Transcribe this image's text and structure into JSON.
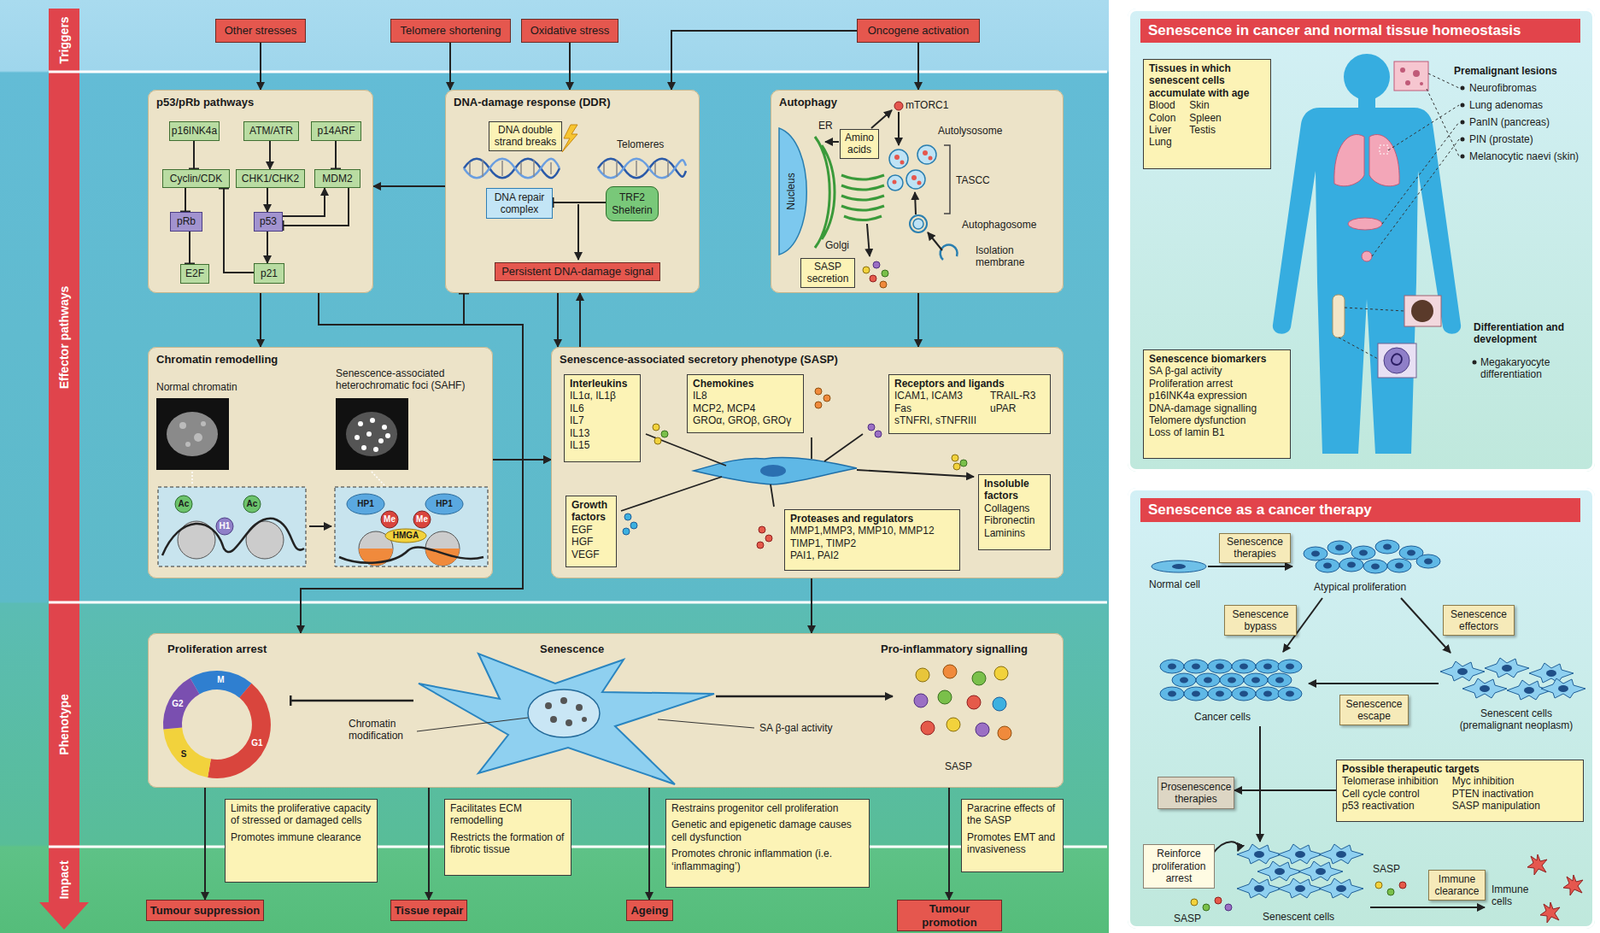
{
  "diagram": {
    "nodes": [
      {
        "text": [
          "Other stresses"
        ]
      },
      {
        "text": [
          "Telomere shortening"
        ]
      },
      {
        "text": [
          "Oxidative stress"
        ]
      },
      {
        "text": [
          "Oncogene activation"
        ]
      },
      {
        "text": [
          "p53/pRb pathways"
        ]
      },
      {
        "text": [
          "p16INK4a"
        ],
        "in": 4
      },
      {
        "text": [
          "ATM/ATR"
        ],
        "in": 4
      },
      {
        "text": [
          "p14ARF"
        ],
        "in": 4
      },
      {
        "text": [
          "Cyclin/CDK"
        ],
        "in": 4
      },
      {
        "text": [
          "CHK1/CHK2"
        ],
        "in": 4
      },
      {
        "text": [
          "MDM2"
        ],
        "in": 4
      },
      {
        "text": [
          "pRb"
        ],
        "in": 4
      },
      {
        "text": [
          "p53"
        ],
        "in": 4
      },
      {
        "text": [
          "E2F"
        ],
        "in": 4
      },
      {
        "text": [
          "p21"
        ],
        "in": 4
      },
      {
        "text": [
          "DNA-damage response (DDR)"
        ]
      },
      {
        "text": [
          "DNA double strand breaks"
        ],
        "in": 15
      },
      {
        "text": [
          "DNA repair complex"
        ],
        "in": 15
      },
      {
        "text": [
          "TRF2",
          "Shelterin"
        ],
        "in": 15
      },
      {
        "text": [
          "Persistent DNA-damage signal"
        ],
        "in": 15
      },
      {
        "text": [
          "Autophagy"
        ]
      },
      {
        "text": [
          "Amino acids"
        ],
        "in": 20
      },
      {
        "text": [
          "SASP secretion"
        ],
        "in": 20
      },
      {
        "text": [
          "Chromatin remodelling"
        ]
      },
      {
        "text": [
          "Senescence-associated secretory phenotype (SASP)"
        ]
      },
      {
        "text": [
          "Interleukins",
          "IL1α, IL1β",
          "IL6",
          "IL7",
          "IL13",
          "IL15"
        ],
        "in": 24
      },
      {
        "text": [
          "Chemokines",
          "IL8",
          "MCP2, MCP4",
          "GROα, GROβ, GROγ"
        ],
        "in": 24
      },
      {
        "text": [
          "Receptors and ligands",
          "ICAM1, ICAM3",
          "Fas",
          "sTNFRI, sTNFRIII",
          "TRAIL-R3",
          "uPAR"
        ],
        "in": 24
      },
      {
        "text": [
          "Growth factors",
          "EGF",
          "HGF",
          "VEGF"
        ],
        "in": 24
      },
      {
        "text": [
          "Proteases and regulators",
          "MMP1,MMP3, MMP10, MMP12",
          "TIMP1, TIMP2",
          "PAI1, PAI2"
        ],
        "in": 24
      },
      {
        "text": [
          "Insoluble factors",
          "Collagens",
          "Fibronectin",
          "Laminins"
        ],
        "in": 24
      },
      {
        "text": [
          "Proliferation arrest",
          "Senescence",
          "Pro-inflammatory signalling"
        ]
      },
      {
        "text": [
          "Limits the proliferative capacity of stressed or damaged cells",
          "Promotes immune clearance"
        ]
      },
      {
        "text": [
          "Facilitates ECM remodelling",
          "Restricts the formation of fibrotic tissue"
        ]
      },
      {
        "text": [
          "Restrains progenitor cell proliferation",
          "Genetic and epigenetic damage causes cell dysfunction",
          "Promotes chronic inflammation (i.e. ‘inflammaging’)"
        ]
      },
      {
        "text": [
          "Paracrine effects of the SASP",
          "Promotes EMT and invasiveness"
        ]
      },
      {
        "text": [
          "Tumour suppression"
        ]
      },
      {
        "text": [
          "Tissue repair"
        ]
      },
      {
        "text": [
          "Ageing"
        ]
      },
      {
        "text": [
          "Tumour promotion"
        ]
      },
      {
        "text": [
          "Senescence in cancer and normal tissue homeostasis"
        ]
      },
      {
        "text": [
          "Tissues in which senescent cells accumulate with age",
          "Blood",
          "Colon",
          "Liver",
          "Lung",
          "Skin",
          "Spleen",
          "Testis"
        ],
        "in": 40
      },
      {
        "text": [
          "Senescence biomarkers",
          "SA β-gal activity",
          "Proliferation arrest",
          "p16INK4a expression",
          "DNA-damage signalling",
          "Telomere dysfunction",
          "Loss of lamin B1"
        ],
        "in": 40
      },
      {
        "text": [
          "Senescence as a cancer therapy"
        ]
      },
      {
        "text": [
          "Senescence therapies"
        ],
        "in": 43
      },
      {
        "text": [
          "Senescence bypass"
        ],
        "in": 43
      },
      {
        "text": [
          "Senescence effectors"
        ],
        "in": 43
      },
      {
        "text": [
          "Senescence escape"
        ],
        "in": 43
      },
      {
        "text": [
          "Possible therapeutic targets",
          "Telomerase inhibition",
          "Cell cycle control",
          "p53 reactivation",
          "Myc inhibition",
          "PTEN inactivation",
          "SASP manipulation"
        ],
        "in": 43
      },
      {
        "text": [
          "Prosenescence therapies"
        ],
        "in": 43
      },
      {
        "text": [
          "Reinforce proliferation arrest"
        ],
        "in": 43
      },
      {
        "text": [
          "Immune clearance"
        ],
        "in": 43
      }
    ],
    "edges": [
      {
        "from": 0,
        "to": 4,
        "arrow": "to"
      },
      {
        "from": 1,
        "to": 15,
        "arrow": "to"
      },
      {
        "from": 2,
        "to": 15,
        "arrow": "to"
      },
      {
        "from": 3,
        "to": 15,
        "arrow": "to"
      },
      {
        "from": 3,
        "to": 20,
        "arrow": "to"
      },
      {
        "from": 15,
        "to": 4,
        "arrow": "to"
      },
      {
        "from": 5,
        "to": 8,
        "arrow": "to"
      },
      {
        "from": 6,
        "to": 9,
        "arrow": "to"
      },
      {
        "from": 7,
        "to": 10,
        "arrow": "to"
      },
      {
        "from": 8,
        "to": 11,
        "arrow": "to"
      },
      {
        "from": 9,
        "to": 12,
        "arrow": "to"
      },
      {
        "from": 11,
        "to": 13,
        "arrow": "to"
      },
      {
        "from": 12,
        "to": 14,
        "arrow": "to"
      },
      {
        "from": 12,
        "to": 10,
        "arrow": "to"
      },
      {
        "from": 10,
        "to": 12,
        "arrow": "to"
      },
      {
        "from": 14,
        "to": 8,
        "arrow": "to"
      },
      {
        "from": 18,
        "to": 17,
        "arrow": "to"
      },
      {
        "from": 4,
        "to": 23,
        "arrow": "to"
      },
      {
        "from": 15,
        "to": 24,
        "arrow": "to"
      },
      {
        "from": 24,
        "to": 15,
        "arrow": "to"
      },
      {
        "from": 20,
        "to": 24,
        "arrow": "to"
      },
      {
        "from": 23,
        "to": 24,
        "arrow": "to"
      },
      {
        "from": 4,
        "to": 24,
        "arrow": "to"
      },
      {
        "from": 4,
        "to": 15,
        "arrow": "to"
      },
      {
        "from": 4,
        "to": 31,
        "arrow": "to"
      },
      {
        "from": 24,
        "to": 31,
        "arrow": "to"
      },
      {
        "from": 31,
        "to": 36,
        "arrow": "to"
      },
      {
        "from": 31,
        "to": 37,
        "arrow": "to"
      },
      {
        "from": 31,
        "to": 38,
        "arrow": "to"
      },
      {
        "from": 31,
        "to": 39,
        "arrow": "to"
      },
      {
        "from": 48,
        "to": 49,
        "arrow": "to"
      }
    ],
    "labels": [
      "Triggers",
      "Effector pathways",
      "Phenotype",
      "Impact",
      "Telomeres",
      "mTORC1",
      "ER",
      "Nucleus",
      "Golgi",
      "Autolysosome",
      "TASCC",
      "Autophagosome",
      "Isolation membrane",
      "Normal chromatin",
      "Senescence-associated heterochromatic foci (SAHF)",
      "Ac",
      "H1",
      "Ac",
      "HP1",
      "HP1",
      "Me",
      "Me",
      "HMGA",
      "M",
      "G2",
      "S",
      "G1",
      "Chromatin modification",
      "SA β-gal activity",
      "SASP",
      "Premalignant lesions",
      "Neurofibromas",
      "Lung adenomas",
      "PanIN (pancreas)",
      "PIN (prostate)",
      "Melanocytic naevi (skin)",
      "Differentiation and development",
      "Megakaryocyte differentiation",
      "Normal cell",
      "Atypical proliferation",
      "Cancer cells",
      "Senescent cells (premalignant neoplasm)",
      "SASP",
      "SASP",
      "Senescent cells",
      "Immune cells"
    ]
  }
}
